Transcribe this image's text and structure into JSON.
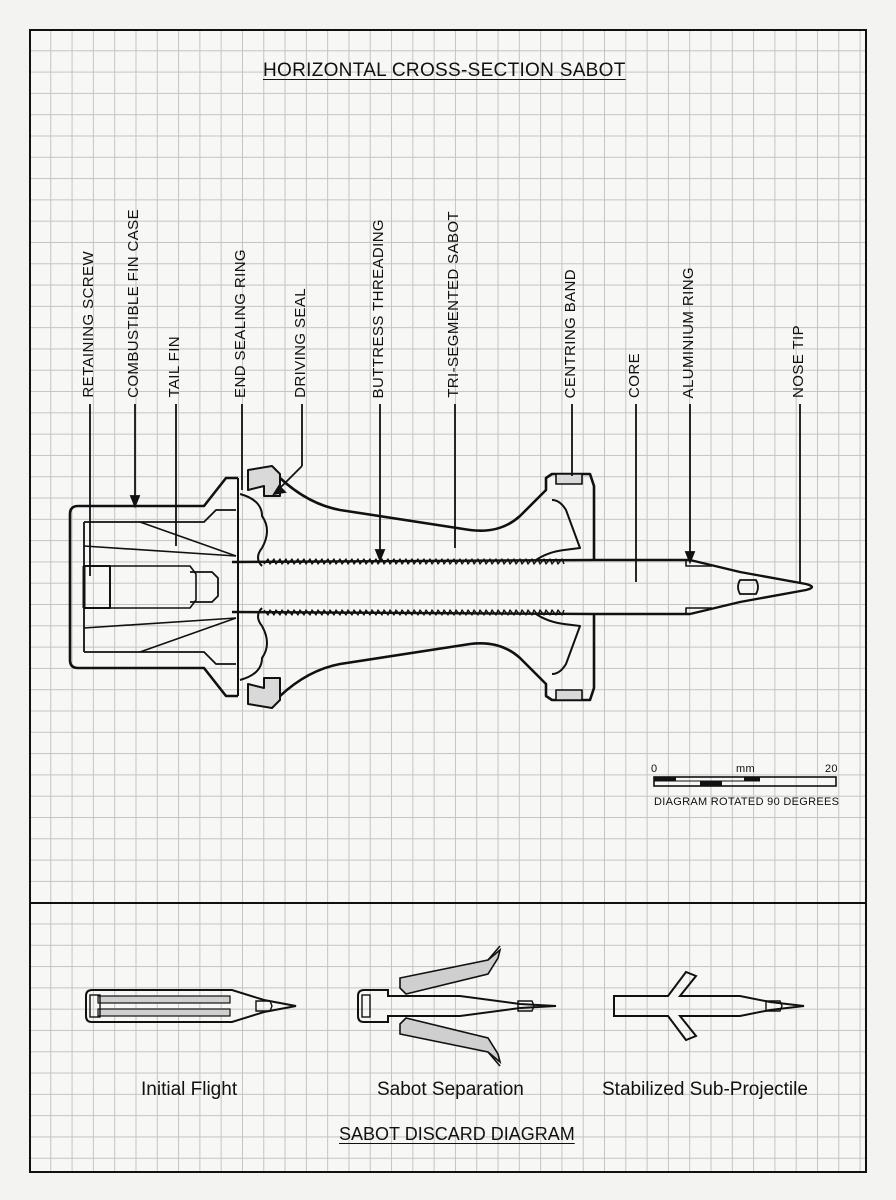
{
  "main_title": "HORIZONTAL CROSS-SECTION SABOT",
  "callouts": [
    "RETAINING SCREW",
    "COMBUSTIBLE FIN CASE",
    "TAIL FIN",
    "END SEALING RING",
    "DRIVING SEAL",
    "BUTTRESS THREADING",
    "TRI-SEGMENTED SABOT",
    "CENTRING BAND",
    "CORE",
    "ALUMINIUM RING",
    "NOSE TIP"
  ],
  "scale": {
    "start": "0",
    "unit": "mm",
    "end": "20",
    "note": "DIAGRAM ROTATED 90 DEGREES"
  },
  "stages": [
    "Initial Flight",
    "Sabot Separation",
    "Stabilized Sub-Projectile"
  ],
  "discard_title": "SABOT DISCARD DIAGRAM"
}
